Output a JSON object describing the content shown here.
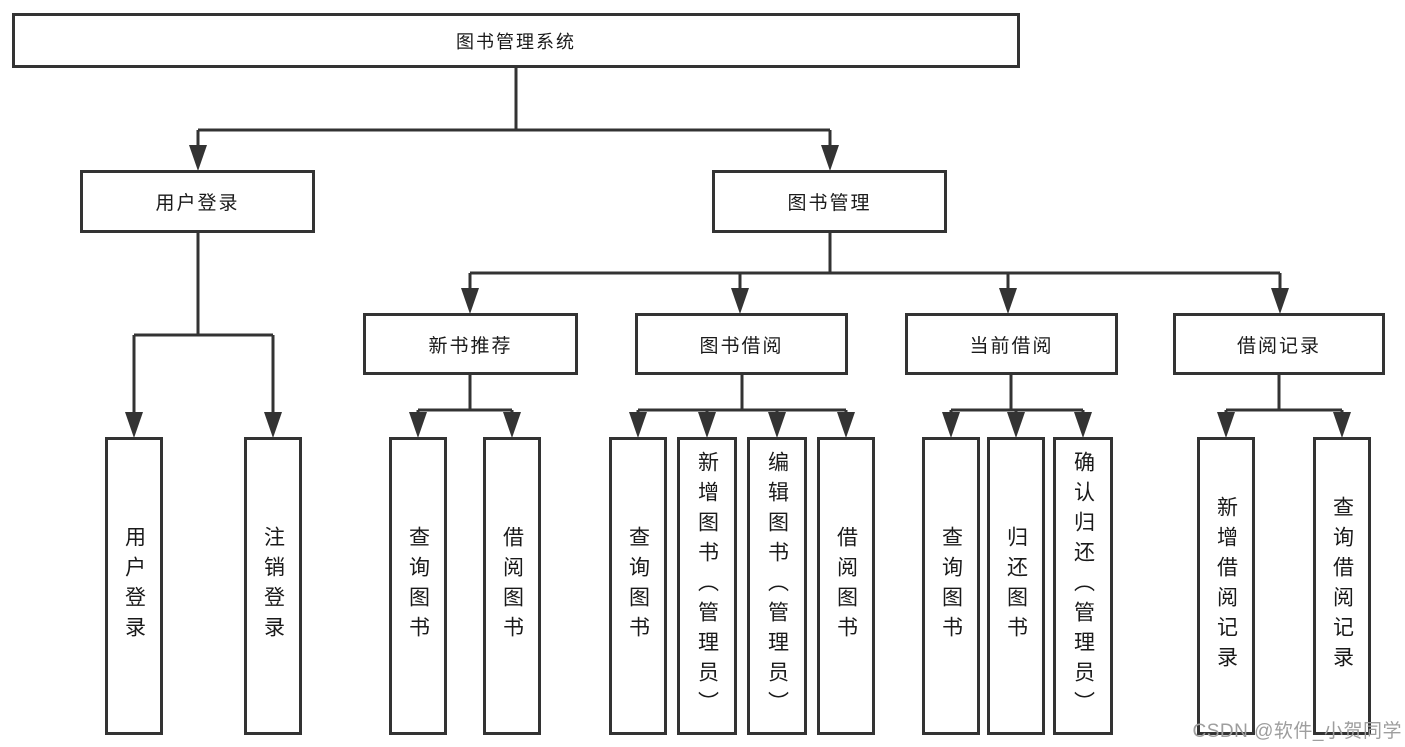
{
  "diagram_title": "图书管理系统",
  "nodes": {
    "root": {
      "label": "图书管理系统"
    },
    "level2": [
      {
        "id": "user-login",
        "label": "用户登录"
      },
      {
        "id": "book-management",
        "label": "图书管理"
      }
    ],
    "level3": [
      {
        "id": "new-book-recommend",
        "label": "新书推荐"
      },
      {
        "id": "book-borrow",
        "label": "图书借阅"
      },
      {
        "id": "current-borrow",
        "label": "当前借阅"
      },
      {
        "id": "borrow-records",
        "label": "借阅记录"
      }
    ],
    "leaves": [
      {
        "id": "user-login-leaf",
        "label": "用户登录"
      },
      {
        "id": "logout",
        "label": "注销登录"
      },
      {
        "id": "newbook-query-book",
        "label": "查询图书"
      },
      {
        "id": "newbook-borrow-book",
        "label": "借阅图书"
      },
      {
        "id": "borrow-query-book",
        "label": "查询图书"
      },
      {
        "id": "borrow-add-book-admin",
        "label": "新增图书（管理员）"
      },
      {
        "id": "borrow-edit-book-admin",
        "label": "编辑图书（管理员）"
      },
      {
        "id": "borrow-borrow-book",
        "label": "借阅图书"
      },
      {
        "id": "current-query-book",
        "label": "查询图书"
      },
      {
        "id": "current-return-book",
        "label": "归还图书"
      },
      {
        "id": "current-confirm-return-admin",
        "label": "确认归还（管理员）"
      },
      {
        "id": "records-add-record",
        "label": "新增借阅记录"
      },
      {
        "id": "records-query-record",
        "label": "查询借阅记录"
      }
    ]
  },
  "watermark": {
    "text": "CSDN @软件_小贺同学"
  },
  "colors": {
    "line": "#333333",
    "text": "#1a1a1a",
    "watermark": "#9e9e9e",
    "background": "#ffffff"
  }
}
